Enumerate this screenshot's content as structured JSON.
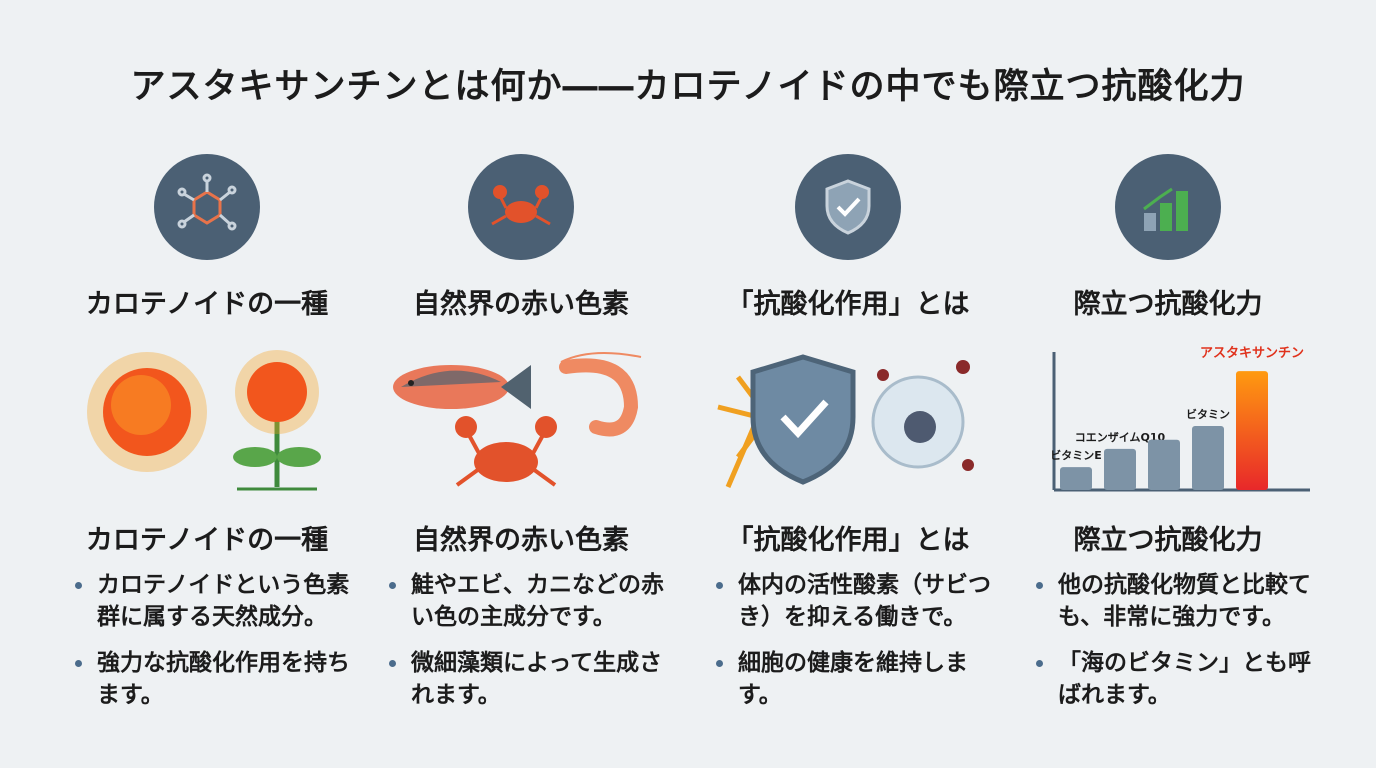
{
  "title": "アスタキサンチンとは何か――カロテノイドの中でも際立つ抗酸化力",
  "columns": [
    {
      "icon": "molecule-icon",
      "heading": "カロテノイドの一種",
      "subheading": "カロテノイドの一種",
      "bullets": [
        "カロテノイドという色素群に属する天然成分。",
        "強力な抗酸化作用を持ちます。"
      ]
    },
    {
      "icon": "crab-icon",
      "heading": "自然界の赤い色素",
      "subheading": "自然界の赤い色素",
      "bullets": [
        "鮭やエビ、カニなどの赤い色の主成分です。",
        "微細藻類によって生成されます。"
      ]
    },
    {
      "icon": "shield-check-icon",
      "heading": "「抗酸化作用」とは",
      "subheading": "「抗酸化作用」とは",
      "bullets": [
        "体内の活性酸素（サビつき）を抑える働きで。",
        "細胞の健康を維持します。"
      ]
    },
    {
      "icon": "bar-growth-icon",
      "heading": "際立つ抗酸化力",
      "subheading": "際立つ抗酸化力",
      "bullets": [
        "他の抗酸化物質と比較ても、非常に強力です。",
        "「海のビタミン」とも呼ばれます。"
      ]
    }
  ],
  "chart_data": {
    "type": "bar",
    "categories": [
      "ビタミンE",
      "コエンザイムQ10",
      "",
      "ビタミン",
      "アスタキサンチン"
    ],
    "values": [
      25,
      45,
      55,
      70,
      130
    ],
    "highlight": "アスタキサンチン",
    "colors": {
      "bar": "#7d93a6",
      "highlight": "#f0401f",
      "highlight_label": "#e0321c"
    },
    "title": "",
    "xlabel": "",
    "ylabel": "",
    "ylim": [
      0,
      140
    ]
  }
}
